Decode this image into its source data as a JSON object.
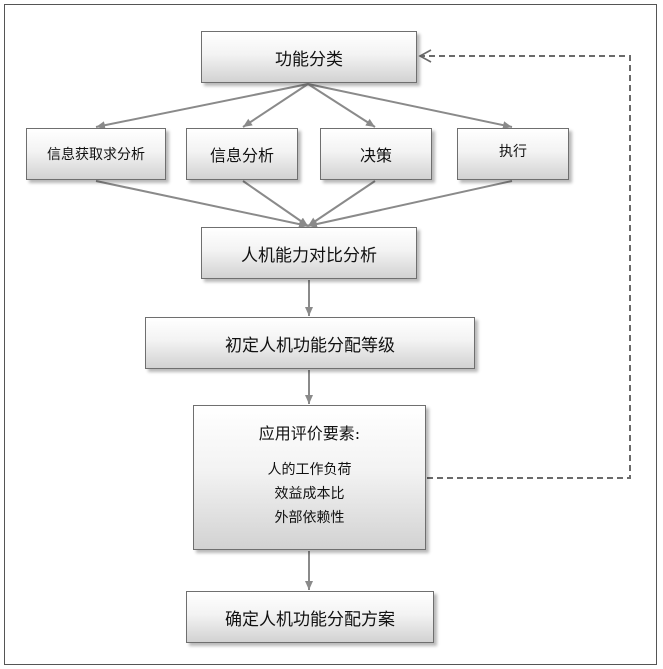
{
  "flowchart": {
    "top": "功能分类",
    "branches": [
      "信息获取求分析",
      "信息分析",
      "决策",
      "执行"
    ],
    "compare": "人机能力对比分析",
    "initial_level": "初定人机功能分配等级",
    "evaluation": {
      "title": "应用评价要素:",
      "items": [
        "人的工作负荷",
        "效益成本比",
        "外部依赖性"
      ]
    },
    "final": "确定人机功能分配方案"
  },
  "colors": {
    "box_border": "#6f6f6f",
    "box_fill_top": "#ffffff",
    "box_fill_bottom": "#d2d2d2",
    "connector": "#8a8a8a",
    "feedback_dashed": "#6a6a6a"
  }
}
